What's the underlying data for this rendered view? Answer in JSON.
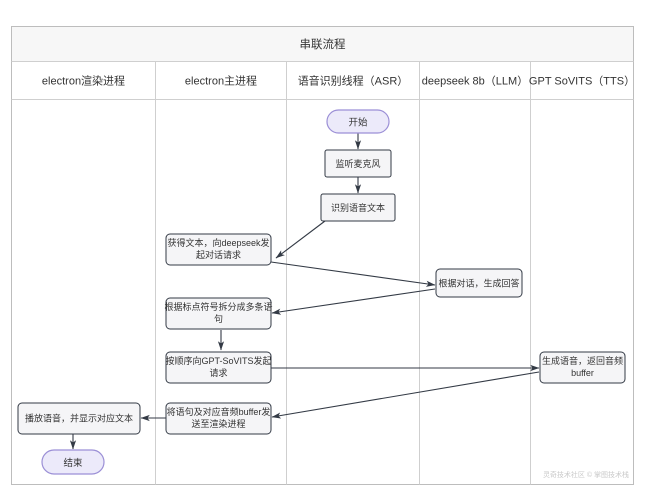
{
  "diagram": {
    "title": "串联流程",
    "lanes": [
      {
        "id": "renderer",
        "label": "electron渲染进程"
      },
      {
        "id": "main",
        "label": "electron主进程"
      },
      {
        "id": "asr",
        "label": "语音识别线程（ASR）"
      },
      {
        "id": "llm",
        "label": "deepseek 8b（LLM）"
      },
      {
        "id": "tts",
        "label": "GPT SoVITS（TTS）"
      }
    ],
    "nodes": [
      {
        "id": "start",
        "lane": "asr",
        "shape": "terminal",
        "label": "开始"
      },
      {
        "id": "listen",
        "lane": "asr",
        "shape": "process",
        "label": "监听麦克风"
      },
      {
        "id": "recognize",
        "lane": "asr",
        "shape": "process",
        "label": "识别语音文本"
      },
      {
        "id": "request-llm",
        "lane": "main",
        "shape": "process",
        "line1": "获得文本，向deepseek发",
        "line2": "起对话请求"
      },
      {
        "id": "llm-answer",
        "lane": "llm",
        "shape": "process",
        "label": "根据对话，生成回答"
      },
      {
        "id": "split-sentences",
        "lane": "main",
        "shape": "process",
        "line1": "根据标点符号拆分成多条语",
        "line2": "句"
      },
      {
        "id": "request-tts",
        "lane": "main",
        "shape": "process",
        "line1": "按顺序向GPT-SoVITS发起",
        "line2": "请求"
      },
      {
        "id": "tts-generate",
        "lane": "tts",
        "shape": "process",
        "line1": "生成语音，返回音频",
        "line2": "buffer"
      },
      {
        "id": "send-to-renderer",
        "lane": "main",
        "shape": "process",
        "line1": "将语句及对应音频buffer发",
        "line2": "送至渲染进程"
      },
      {
        "id": "play-audio",
        "lane": "renderer",
        "shape": "process",
        "label": "播放语音，并显示对应文本"
      },
      {
        "id": "end",
        "lane": "renderer",
        "shape": "terminal",
        "label": "结束"
      }
    ],
    "edges": [
      {
        "from": "start",
        "to": "listen"
      },
      {
        "from": "listen",
        "to": "recognize"
      },
      {
        "from": "recognize",
        "to": "request-llm"
      },
      {
        "from": "request-llm",
        "to": "llm-answer"
      },
      {
        "from": "llm-answer",
        "to": "split-sentences"
      },
      {
        "from": "split-sentences",
        "to": "request-tts"
      },
      {
        "from": "request-tts",
        "to": "tts-generate"
      },
      {
        "from": "tts-generate",
        "to": "send-to-renderer"
      },
      {
        "from": "send-to-renderer",
        "to": "play-audio"
      },
      {
        "from": "play-audio",
        "to": "end"
      }
    ],
    "watermark": "灵奇技术社区 © 掌图技术栈"
  },
  "colors": {
    "process_fill": "#f5f5f7",
    "process_stroke": "#333a45",
    "terminal_fill": "#eceafa",
    "terminal_stroke": "#9b8fd6",
    "grid": "#cfcfcf",
    "title_band": "#f7f7f7",
    "text": "#333333"
  }
}
